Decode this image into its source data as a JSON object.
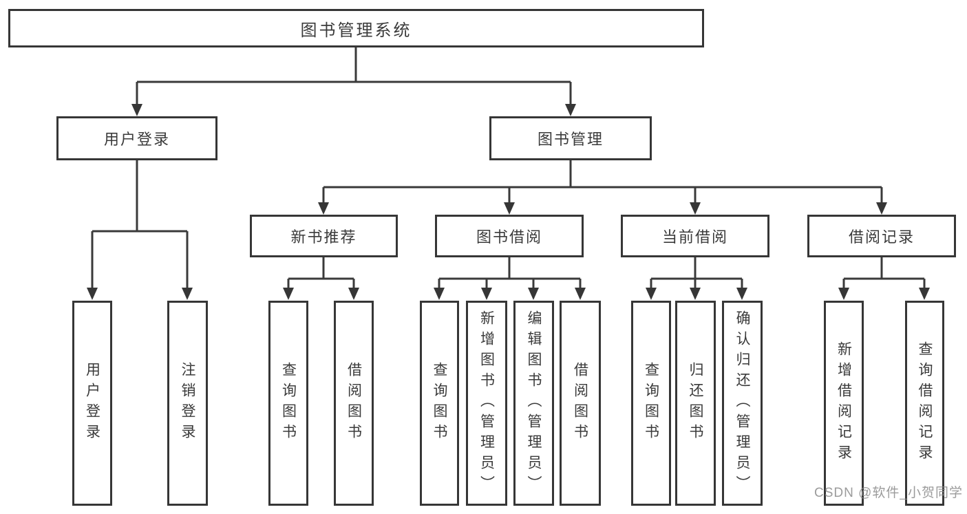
{
  "tree": {
    "label": "图书管理系统",
    "children": [
      {
        "label": "用户登录",
        "children": [
          {
            "label": "用户登录"
          },
          {
            "label": "注销登录"
          }
        ]
      },
      {
        "label": "图书管理",
        "children": [
          {
            "label": "新书推荐",
            "children": [
              {
                "label": "查询图书"
              },
              {
                "label": "借阅图书"
              }
            ]
          },
          {
            "label": "图书借阅",
            "children": [
              {
                "label": "查询图书"
              },
              {
                "label": "新增图书（管理员）"
              },
              {
                "label": "编辑图书（管理员）"
              },
              {
                "label": "借阅图书"
              }
            ]
          },
          {
            "label": "当前借阅",
            "children": [
              {
                "label": "查询图书"
              },
              {
                "label": "归还图书"
              },
              {
                "label": "确认归还（管理员）"
              }
            ]
          },
          {
            "label": "借阅记录",
            "children": [
              {
                "label": "新增借阅记录"
              },
              {
                "label": "查询借阅记录"
              }
            ]
          }
        ]
      }
    ]
  },
  "watermark": {
    "text": "CSDN @软件_小贺同学"
  },
  "colors": {
    "background": "#ffffff",
    "box_border": "#363636",
    "line": "#3a3a3a",
    "text": "#3a3a3a",
    "watermark": "#8a8a8a"
  }
}
